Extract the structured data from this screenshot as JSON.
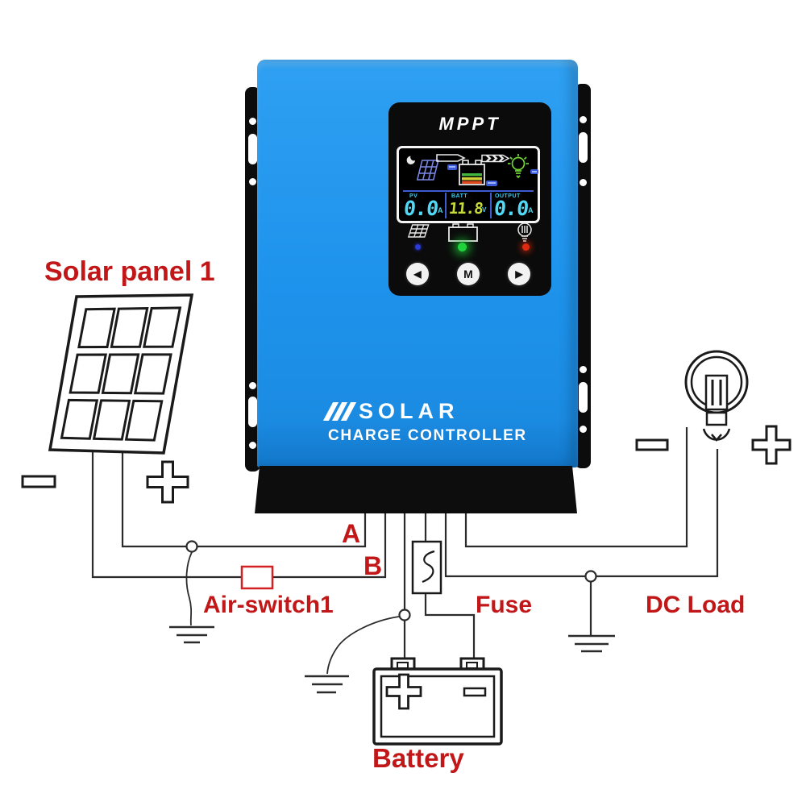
{
  "diagram_labels": {
    "solar_panel": "Solar panel 1",
    "terminal_a": "A",
    "terminal_b": "B",
    "air_switch": "Air-switch1",
    "fuse": "Fuse",
    "dc_load": "DC Load",
    "battery": "Battery"
  },
  "symbols": {
    "plus": "+",
    "minus": "−"
  },
  "device": {
    "model_label": "MPPT",
    "brand_line1": "SOLAR",
    "brand_line2": "CHARGE CONTROLLER",
    "display": {
      "pv": {
        "label": "PV",
        "value": "0.0",
        "unit": "A"
      },
      "batt": {
        "label": "BATT",
        "value": "11.8",
        "unit": "V"
      },
      "output": {
        "label": "OUTPUT",
        "value": "0.0",
        "unit": "A"
      }
    },
    "buttons": {
      "left": "◀",
      "menu": "M",
      "right": "▶"
    },
    "status_leds": {
      "pv": "blue",
      "battery": "green",
      "load": "red"
    }
  },
  "icons": [
    "moon-icon",
    "solar-array-icon",
    "charge-arrow-icon",
    "battery-icon",
    "discharge-arrows-icon",
    "bulb-icon",
    "pv-led-icon",
    "battery-led-icon",
    "load-led-icon"
  ],
  "colors": {
    "body_blue": "#1e93ec",
    "label_red": "#c21718",
    "lcd_cyan": "#4fd9f6",
    "lcd_batt_value": "#c6da3a",
    "lcd_divider": "#3c5ccf",
    "lcd_bulb_green": "#72d636",
    "led_green": "#1fd43a",
    "led_red": "#dd2b10",
    "led_blue": "#2a3bd8",
    "air_switch_red": "#d42222"
  }
}
